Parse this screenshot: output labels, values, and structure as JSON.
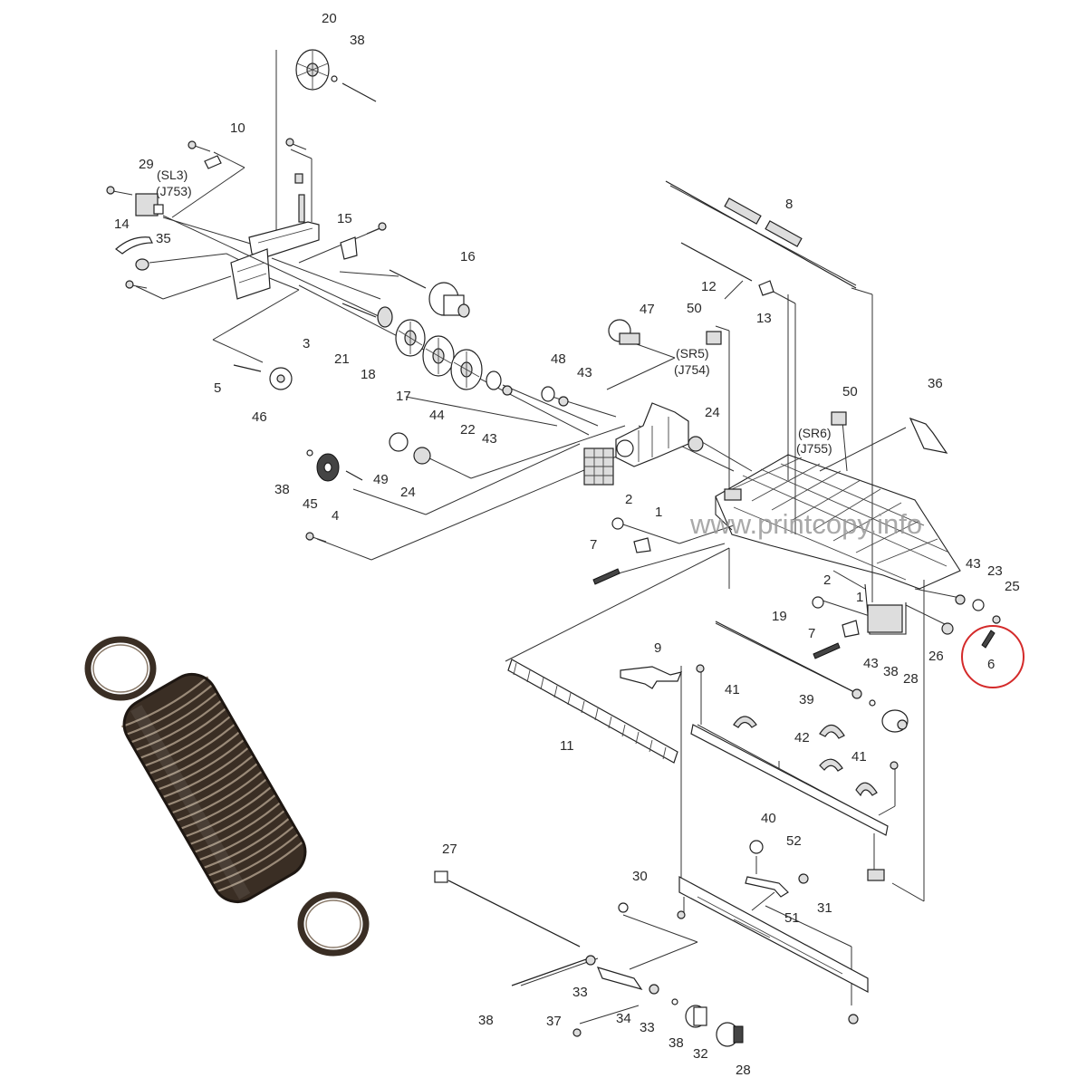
{
  "watermark": "www.printcopy.info",
  "highlighted_part": "6",
  "labels": {
    "p20": "20",
    "p38a": "38",
    "p10": "10",
    "p29": "29",
    "sl3": "(SL3)",
    "j753": "(J753)",
    "p15": "15",
    "p14": "14",
    "p35": "35",
    "p16": "16",
    "p3": "3",
    "p21": "21",
    "p18": "18",
    "p5": "5",
    "p46": "46",
    "p17": "17",
    "p44": "44",
    "p22": "22",
    "p43a": "43",
    "p48": "48",
    "p43b": "43",
    "p47": "47",
    "p50a": "50",
    "sr5": "(SR5)",
    "j754": "(J754)",
    "p8": "8",
    "p12": "12",
    "p13": "13",
    "p36": "36",
    "p50b": "50",
    "sr6": "(SR6)",
    "j755": "(J755)",
    "p24a": "24",
    "p24b": "24",
    "p49": "49",
    "p38b": "38",
    "p45": "45",
    "p4": "4",
    "p2a": "2",
    "p1a": "1",
    "p7a": "7",
    "p43c": "43",
    "p23": "23",
    "p25": "25",
    "p2b": "2",
    "p1b": "1",
    "p19": "19",
    "p7b": "7",
    "p26": "26",
    "p6": "6",
    "p9": "9",
    "p43d": "43",
    "p38c": "38",
    "p28a": "28",
    "p41a": "41",
    "p39": "39",
    "p42": "42",
    "p41b": "41",
    "p11": "11",
    "p40": "40",
    "p27": "27",
    "p52": "52",
    "p30": "30",
    "p31": "31",
    "p51": "51",
    "p38d": "38",
    "p33a": "33",
    "p34": "34",
    "p33b": "33",
    "p38e": "38",
    "p37": "37",
    "p32": "32",
    "p28b": "28"
  },
  "colors": {
    "highlight": "#d42a2a",
    "ink": "#222222",
    "spring": "#3a2e24"
  }
}
